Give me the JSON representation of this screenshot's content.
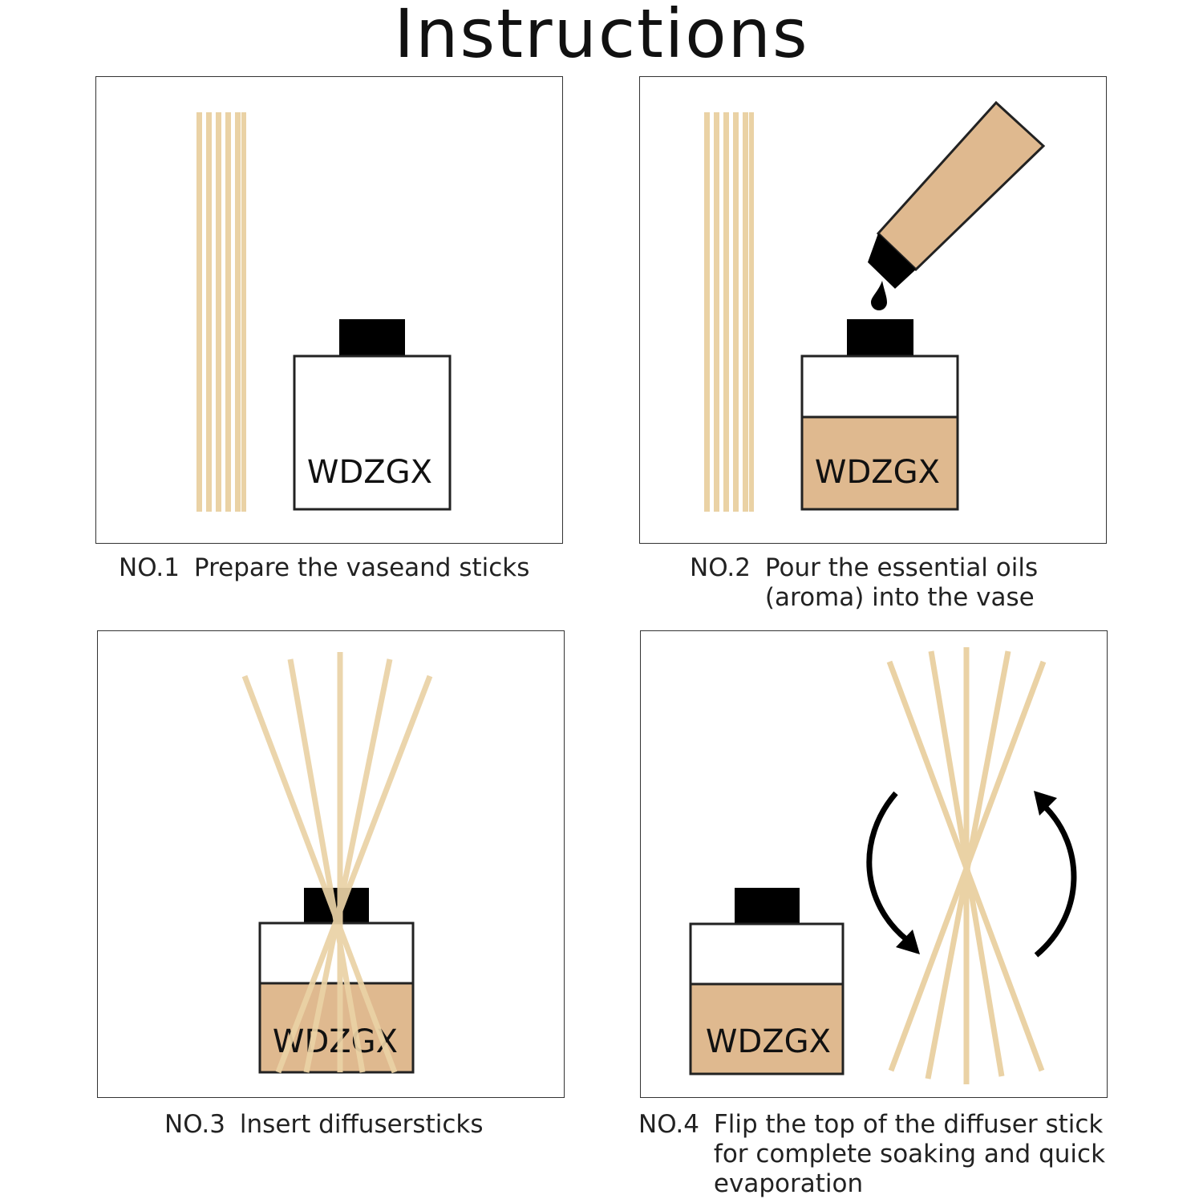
{
  "title": "Instructions",
  "brand": "WDZGX",
  "colors": {
    "stick": "#ead2a5",
    "oil": "#dfb98f",
    "cap": "#000000",
    "outline": "#222222"
  },
  "steps": [
    {
      "number": "NO.1",
      "text": "Prepare the vaseand sticks"
    },
    {
      "number": "NO.2",
      "text": "Pour the essential oils\n(aroma) into the vase"
    },
    {
      "number": "NO.3",
      "text": "lnsert diffusersticks"
    },
    {
      "number": "NO.4",
      "text": "Flip the top of the diffuser stick\nfor complete soaking and quick\nevaporation"
    }
  ]
}
